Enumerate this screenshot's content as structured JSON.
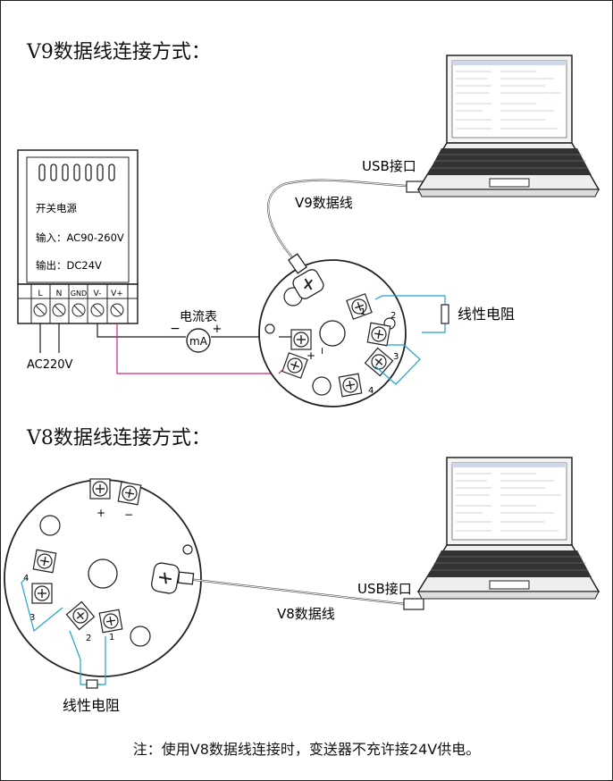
{
  "sections": {
    "v9_title": "V9数据线连接方式：",
    "v8_title": "V8数据线连接方式："
  },
  "power_supply": {
    "title": "开关电源",
    "input": "输入：AC90-260V",
    "output": "输出：DC24V",
    "terminals": [
      "L",
      "N",
      "GND",
      "V-",
      "V+"
    ],
    "mains": "AC220V"
  },
  "meter": {
    "label": "电流表",
    "symbol": "mA",
    "minus": "−",
    "plus": "+"
  },
  "labels": {
    "usb_port_1": "USB接口",
    "usb_port_2": "USB接口",
    "v9_cable": "V9数据线",
    "v8_cable": "V8数据线",
    "resistor_1": "线性电阻",
    "resistor_2": "线性电阻"
  },
  "transmitter_v9": {
    "terminals": [
      "1",
      "2",
      "3",
      "4"
    ],
    "polarity": [
      "−",
      "+"
    ]
  },
  "transmitter_v8": {
    "terminals": [
      "1",
      "2",
      "3",
      "4"
    ],
    "polarity": [
      "+",
      "−"
    ]
  },
  "colors": {
    "wire_black": "#1a1a1a",
    "wire_magenta": "#d4237a",
    "wire_cyan": "#1ea3c8"
  },
  "footer": {
    "note": "注：使用V8数据线连接时，变送器不充许接24V供电。"
  }
}
